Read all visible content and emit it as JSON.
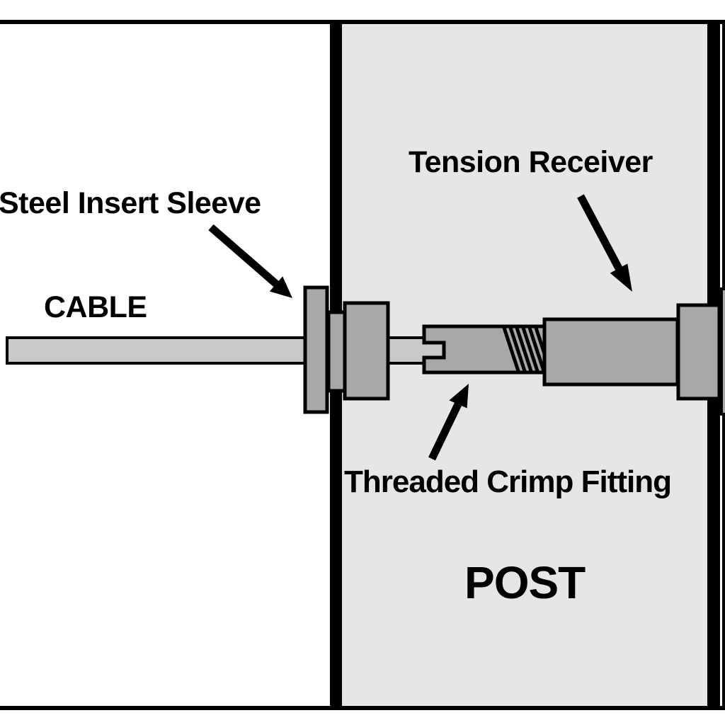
{
  "diagram": {
    "labels": {
      "steel_insert_sleeve": "Steel Insert Sleeve",
      "cable": "CABLE",
      "tension_receiver": "Tension Receiver",
      "threaded_crimp_fitting": "Threaded Crimp Fitting",
      "post": "POST"
    },
    "colors": {
      "background": "#ffffff",
      "post_fill": "#e5e6e8",
      "hardware_fill": "#a8a8a8",
      "cable_fill": "#c9c9c9",
      "outline": "#000000"
    }
  }
}
